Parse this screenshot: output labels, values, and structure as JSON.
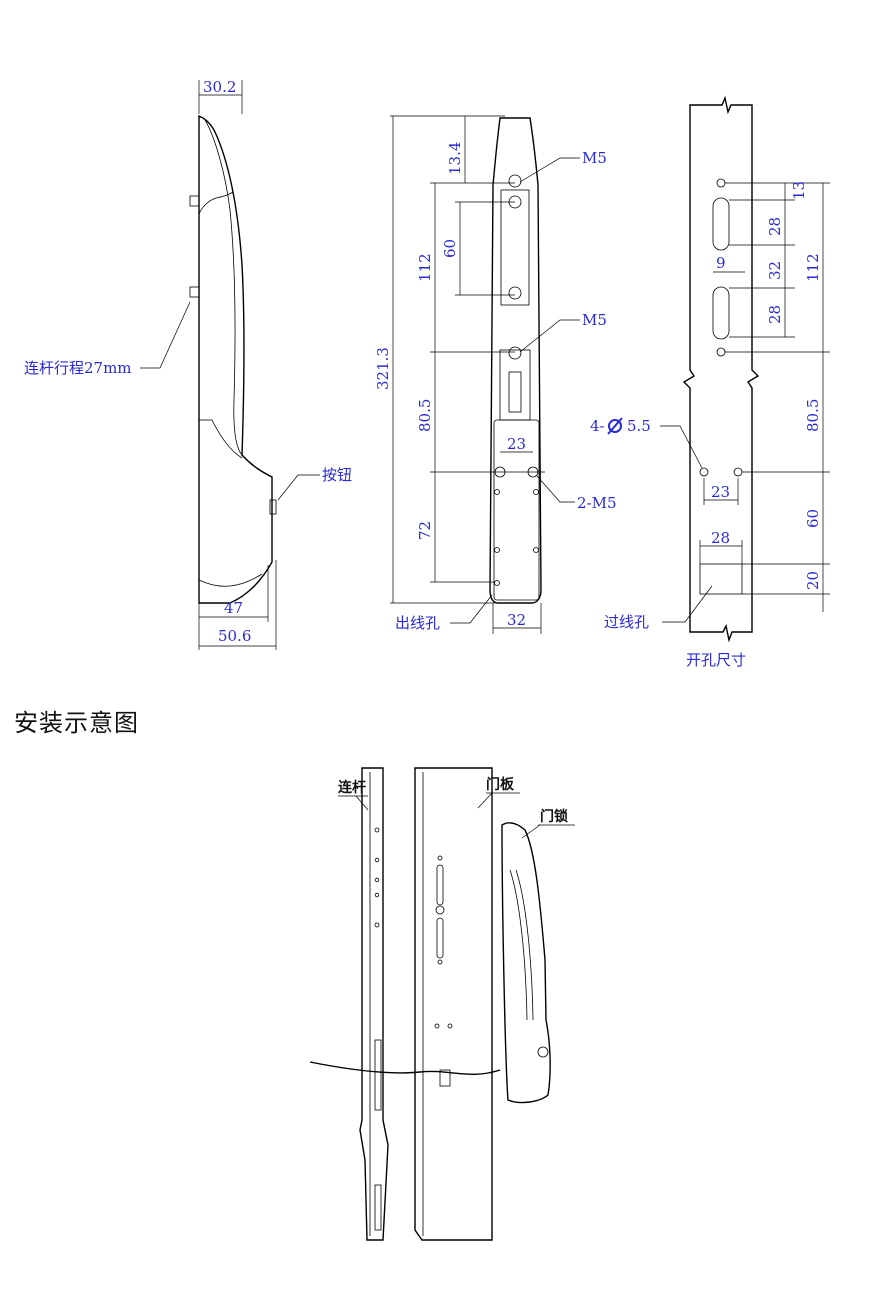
{
  "side_view": {
    "dims": {
      "top_width": "30.2",
      "inner_bottom": "47",
      "outer_bottom": "50.6"
    },
    "labels": {
      "travel": "连杆行程27mm",
      "button": "按钮"
    }
  },
  "front_view": {
    "dims": {
      "total": "321.3",
      "top": "13.4",
      "upper_spacing": "112",
      "slot": "60",
      "mid": "80.5",
      "lower": "72",
      "hole_pitch": "23",
      "width": "32"
    },
    "labels": {
      "screw_top": "M5",
      "screw_mid": "M5",
      "screw_pair": "2-M5",
      "cable_exit": "出线孔"
    }
  },
  "cutout_view": {
    "dims": {
      "d13": "13",
      "d28a": "28",
      "d9": "9",
      "d32": "32",
      "d28b": "28",
      "d112": "112",
      "d80_5": "80.5",
      "d23": "23",
      "d60": "60",
      "d28w": "28",
      "d20": "20"
    },
    "labels": {
      "holes": "4-",
      "hole_dia": "5.5",
      "pass_hole": "过线孔",
      "title": "开孔尺寸"
    }
  },
  "section_title": "安装示意图",
  "install_view": {
    "labels": {
      "link_rod": "连杆",
      "door_panel": "门板",
      "door_lock": "门锁"
    }
  }
}
